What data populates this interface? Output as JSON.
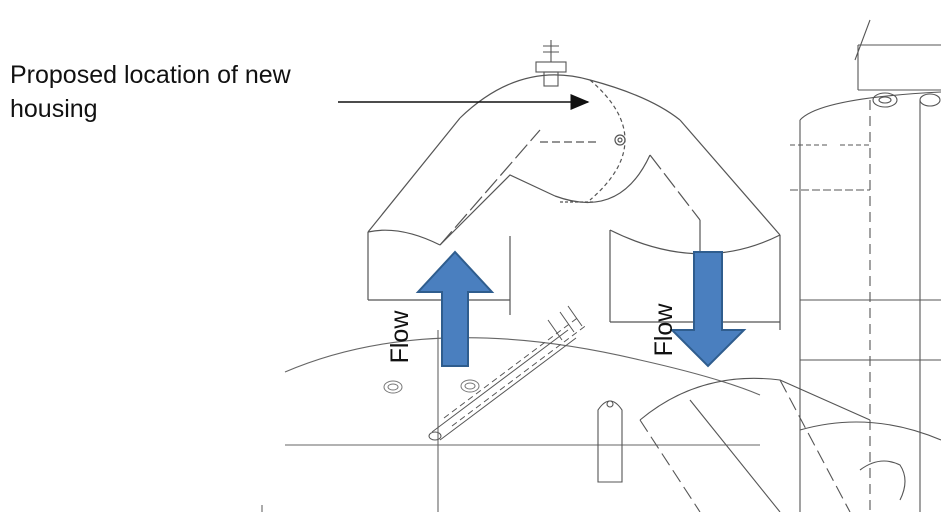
{
  "callout": {
    "text": "Proposed location of new housing"
  },
  "flow": {
    "left_label": "Flow",
    "right_label": "Flow"
  },
  "colors": {
    "flow_arrow_fill": "#4A7FBF",
    "flow_arrow_stroke": "#2F5D8E",
    "drawing_line": "#555555",
    "callout_arrow": "#111111"
  }
}
